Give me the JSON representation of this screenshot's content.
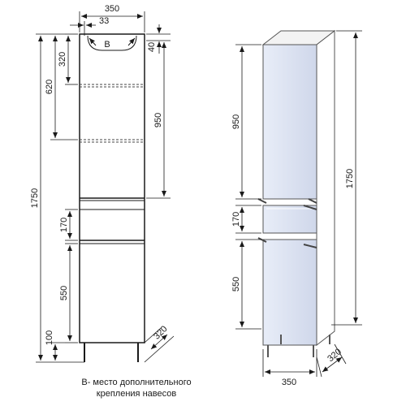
{
  "front_view": {
    "width": "350",
    "offset": "33",
    "zone_label": "B",
    "heights": {
      "top_zone": "320",
      "upper_compartment": "620",
      "overall": "1750",
      "drawer": "170",
      "lower_door": "550",
      "legs": "100",
      "top_gap": "40",
      "upper_door": "950"
    },
    "depth": "320"
  },
  "iso_view": {
    "upper_door": "950",
    "drawer": "170",
    "lower_door": "550",
    "overall": "1750",
    "width": "350",
    "depth": "320"
  },
  "caption": {
    "line1": "В- место дополнительного",
    "line2": "крепления навесов"
  }
}
